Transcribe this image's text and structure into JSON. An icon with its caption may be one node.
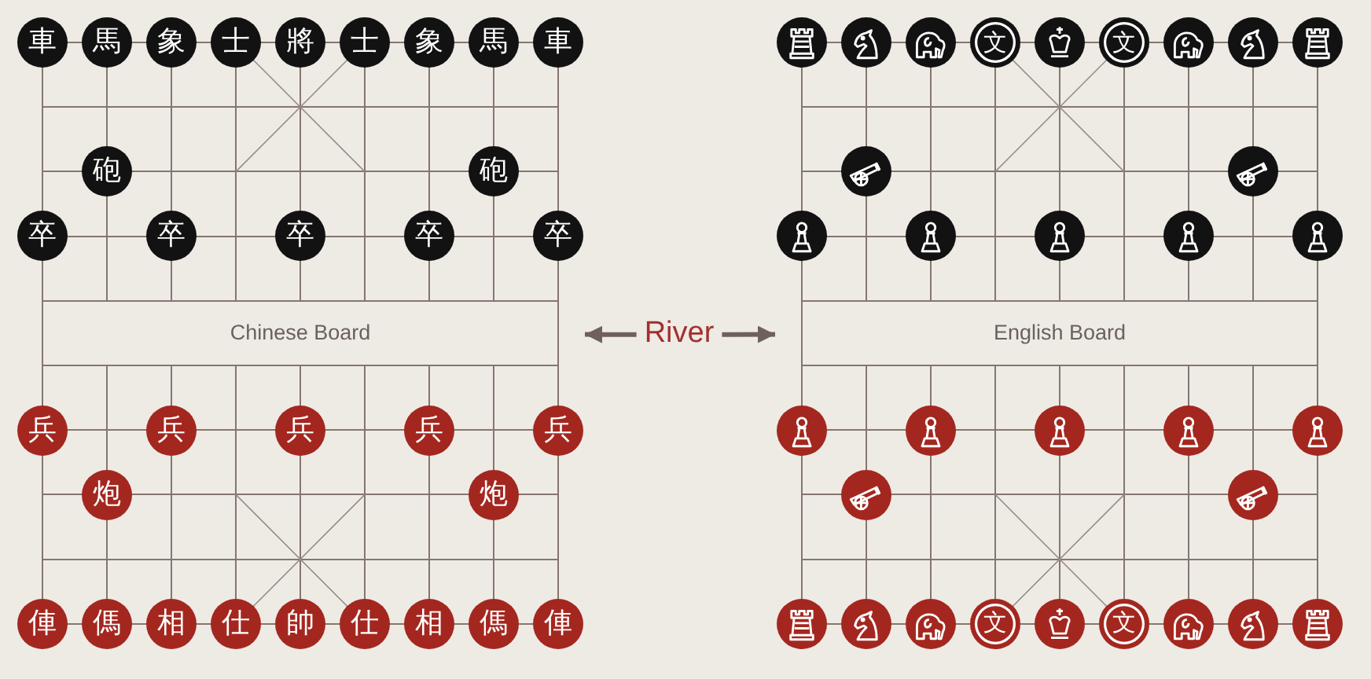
{
  "diagram": {
    "nodes": [
      {
        "text": [
          "Chinese Board"
        ]
      },
      {
        "text": [
          "車"
        ],
        "in": 0
      },
      {
        "text": [
          "馬"
        ],
        "in": 0
      },
      {
        "text": [
          "象"
        ],
        "in": 0
      },
      {
        "text": [
          "士"
        ],
        "in": 0
      },
      {
        "text": [
          "將"
        ],
        "in": 0
      },
      {
        "text": [
          "士"
        ],
        "in": 0
      },
      {
        "text": [
          "象"
        ],
        "in": 0
      },
      {
        "text": [
          "馬"
        ],
        "in": 0
      },
      {
        "text": [
          "車"
        ],
        "in": 0
      },
      {
        "text": [
          "砲"
        ],
        "in": 0
      },
      {
        "text": [
          "砲"
        ],
        "in": 0
      },
      {
        "text": [
          "卒"
        ],
        "in": 0
      },
      {
        "text": [
          "卒"
        ],
        "in": 0
      },
      {
        "text": [
          "卒"
        ],
        "in": 0
      },
      {
        "text": [
          "卒"
        ],
        "in": 0
      },
      {
        "text": [
          "卒"
        ],
        "in": 0
      },
      {
        "text": [
          "兵"
        ],
        "in": 0
      },
      {
        "text": [
          "兵"
        ],
        "in": 0
      },
      {
        "text": [
          "兵"
        ],
        "in": 0
      },
      {
        "text": [
          "兵"
        ],
        "in": 0
      },
      {
        "text": [
          "兵"
        ],
        "in": 0
      },
      {
        "text": [
          "炮"
        ],
        "in": 0
      },
      {
        "text": [
          "炮"
        ],
        "in": 0
      },
      {
        "text": [
          "俥"
        ],
        "in": 0
      },
      {
        "text": [
          "傌"
        ],
        "in": 0
      },
      {
        "text": [
          "相"
        ],
        "in": 0
      },
      {
        "text": [
          "仕"
        ],
        "in": 0
      },
      {
        "text": [
          "帥"
        ],
        "in": 0
      },
      {
        "text": [
          "仕"
        ],
        "in": 0
      },
      {
        "text": [
          "相"
        ],
        "in": 0
      },
      {
        "text": [
          "傌"
        ],
        "in": 0
      },
      {
        "text": [
          "俥"
        ],
        "in": 0
      },
      {
        "text": [
          "River"
        ]
      },
      {
        "text": [
          "English Board"
        ]
      },
      {
        "text": [],
        "shape": "circle",
        "in": 34
      },
      {
        "text": [],
        "shape": "circle",
        "in": 34
      },
      {
        "text": [],
        "shape": "circle",
        "in": 34
      },
      {
        "text": [
          "文"
        ],
        "in": 34
      },
      {
        "text": [],
        "shape": "circle",
        "in": 34
      },
      {
        "text": [
          "文"
        ],
        "in": 34
      },
      {
        "text": [],
        "shape": "circle",
        "in": 34
      },
      {
        "text": [],
        "shape": "circle",
        "in": 34
      },
      {
        "text": [],
        "shape": "circle",
        "in": 34
      },
      {
        "text": [],
        "shape": "circle",
        "in": 34
      },
      {
        "text": [],
        "shape": "circle",
        "in": 34
      },
      {
        "text": [],
        "shape": "circle",
        "in": 34
      },
      {
        "text": [],
        "shape": "circle",
        "in": 34
      },
      {
        "text": [],
        "shape": "circle",
        "in": 34
      },
      {
        "text": [],
        "shape": "circle",
        "in": 34
      },
      {
        "text": [],
        "shape": "circle",
        "in": 34
      },
      {
        "text": [],
        "shape": "circle",
        "in": 34
      },
      {
        "text": [],
        "shape": "circle",
        "in": 34
      },
      {
        "text": [],
        "shape": "circle",
        "in": 34
      },
      {
        "text": [],
        "shape": "circle",
        "in": 34
      },
      {
        "text": [],
        "shape": "circle",
        "in": 34
      },
      {
        "text": [],
        "shape": "circle",
        "in": 34
      },
      {
        "text": [],
        "shape": "circle",
        "in": 34
      },
      {
        "text": [],
        "shape": "circle",
        "in": 34
      },
      {
        "text": [],
        "shape": "circle",
        "in": 34
      },
      {
        "text": [],
        "shape": "circle",
        "in": 34
      },
      {
        "text": [
          "文"
        ],
        "in": 34
      },
      {
        "text": [],
        "shape": "circle",
        "in": 34
      },
      {
        "text": [
          "文"
        ],
        "in": 34
      },
      {
        "text": [],
        "shape": "circle",
        "in": 34
      },
      {
        "text": [],
        "shape": "circle",
        "in": 34
      },
      {
        "text": [],
        "shape": "circle",
        "in": 34
      }
    ],
    "edges": [
      {
        "from": 33,
        "to": 0,
        "arrow": "to"
      },
      {
        "from": 33,
        "to": 34,
        "arrow": "to"
      }
    ]
  }
}
